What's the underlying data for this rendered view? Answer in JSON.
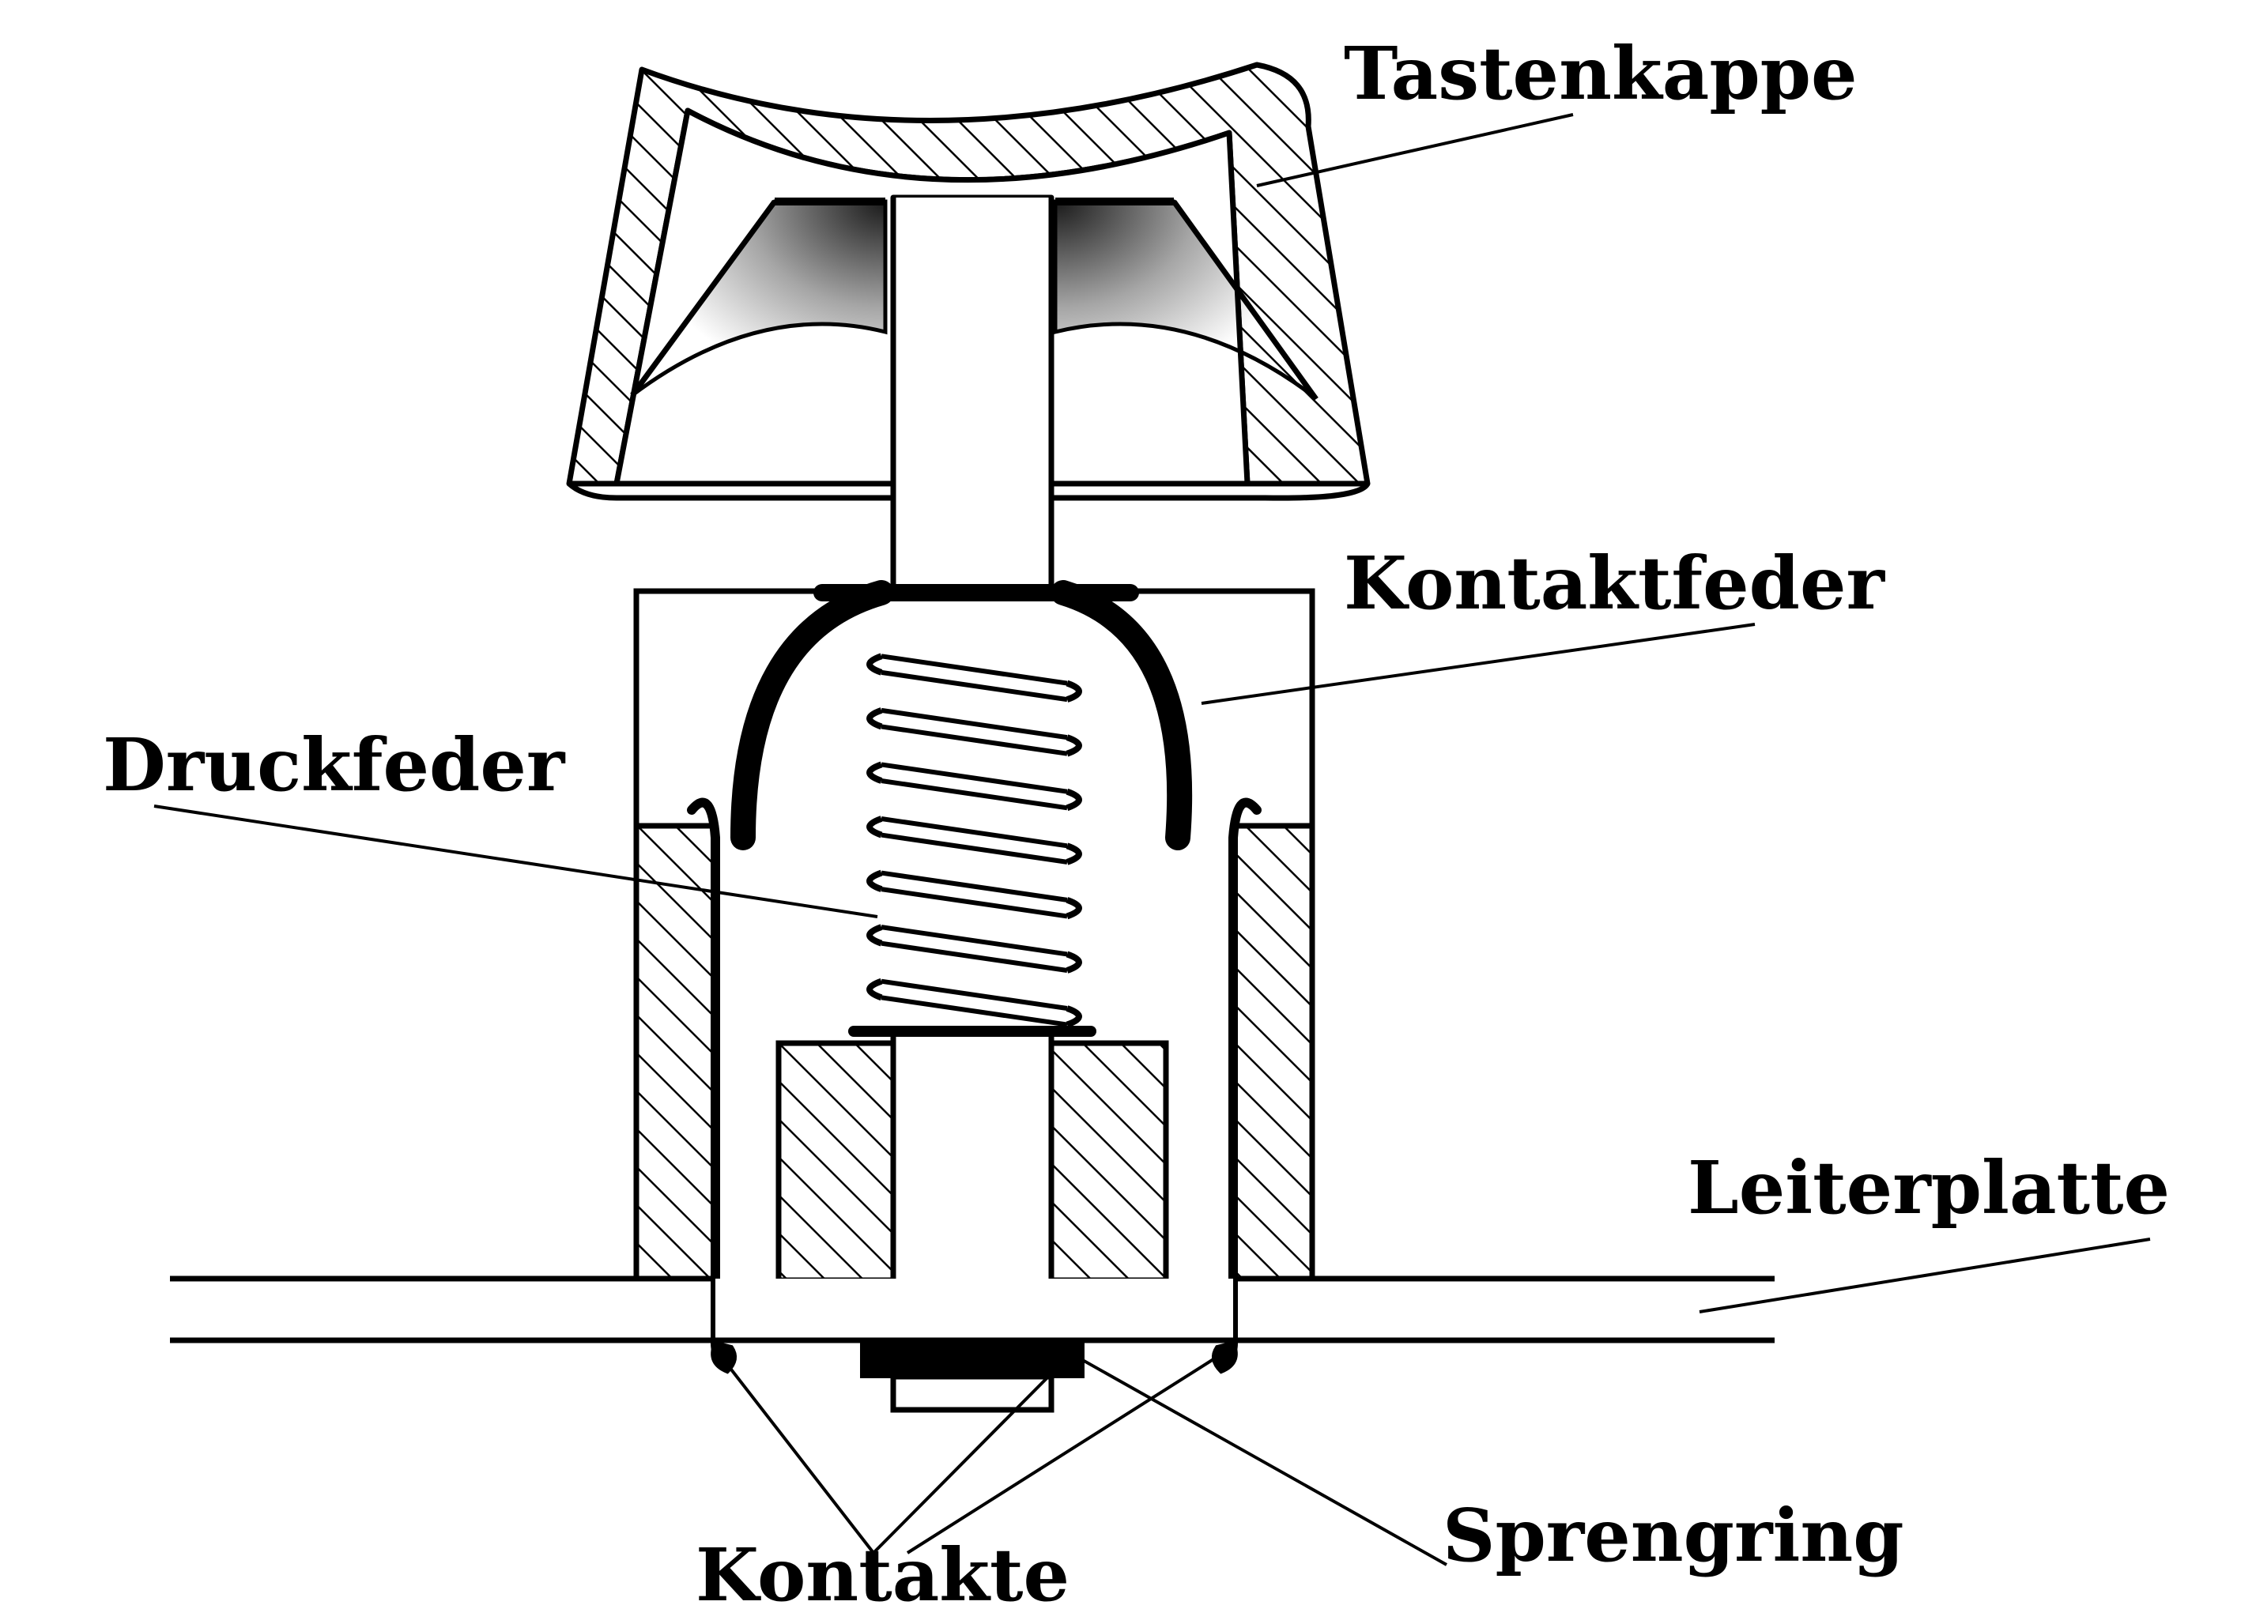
{
  "diagram": {
    "labels": {
      "tastenkappe": "Tastenkappe",
      "kontaktfeder": "Kontaktfeder",
      "druckfeder": "Druckfeder",
      "leiterplatte": "Leiterplatte",
      "kontakte": "Kontakte",
      "sprengring": "Sprengring"
    },
    "colors": {
      "ink": "#000000",
      "paper": "#ffffff"
    }
  }
}
